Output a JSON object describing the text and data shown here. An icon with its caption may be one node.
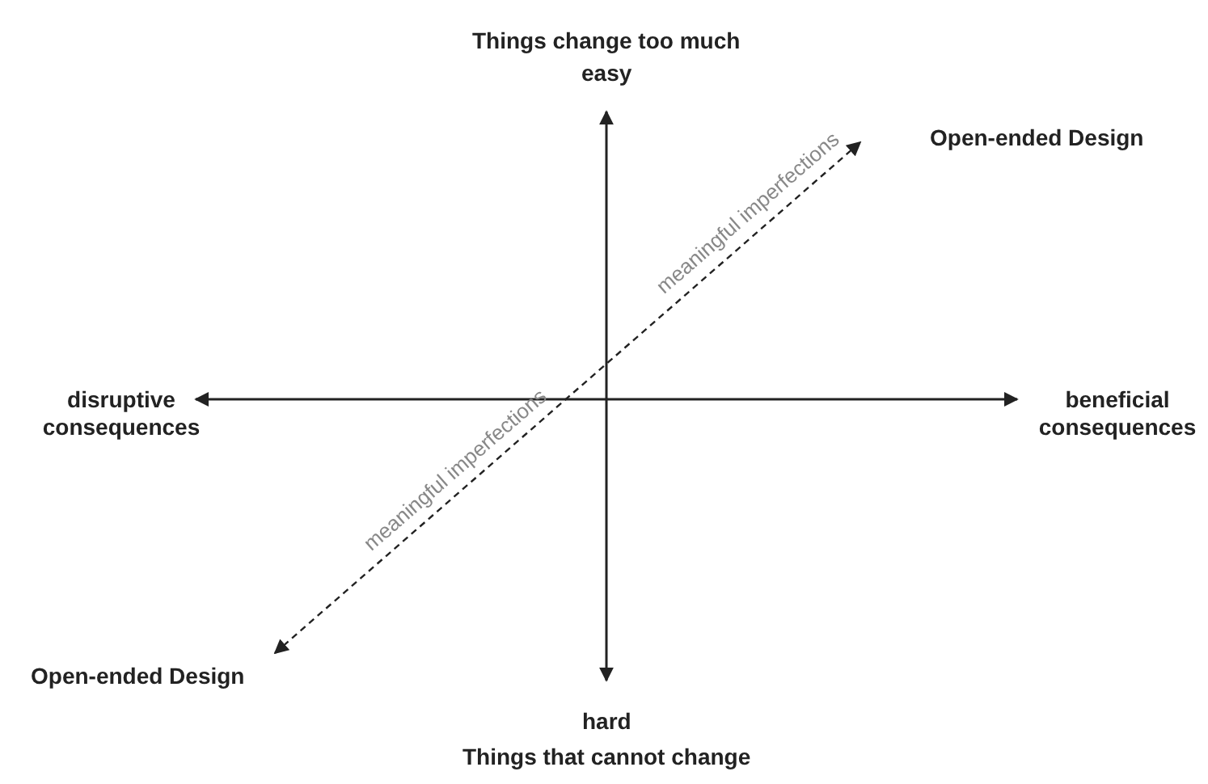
{
  "diagram": {
    "labels": [
      "Things change too much",
      "easy",
      "Open-ended Design",
      "meaningful imperfections",
      "disruptive consequences",
      "beneficial consequences",
      "meaningful imperfections",
      "Open-ended Design",
      "hard",
      "Things that cannot change"
    ]
  }
}
